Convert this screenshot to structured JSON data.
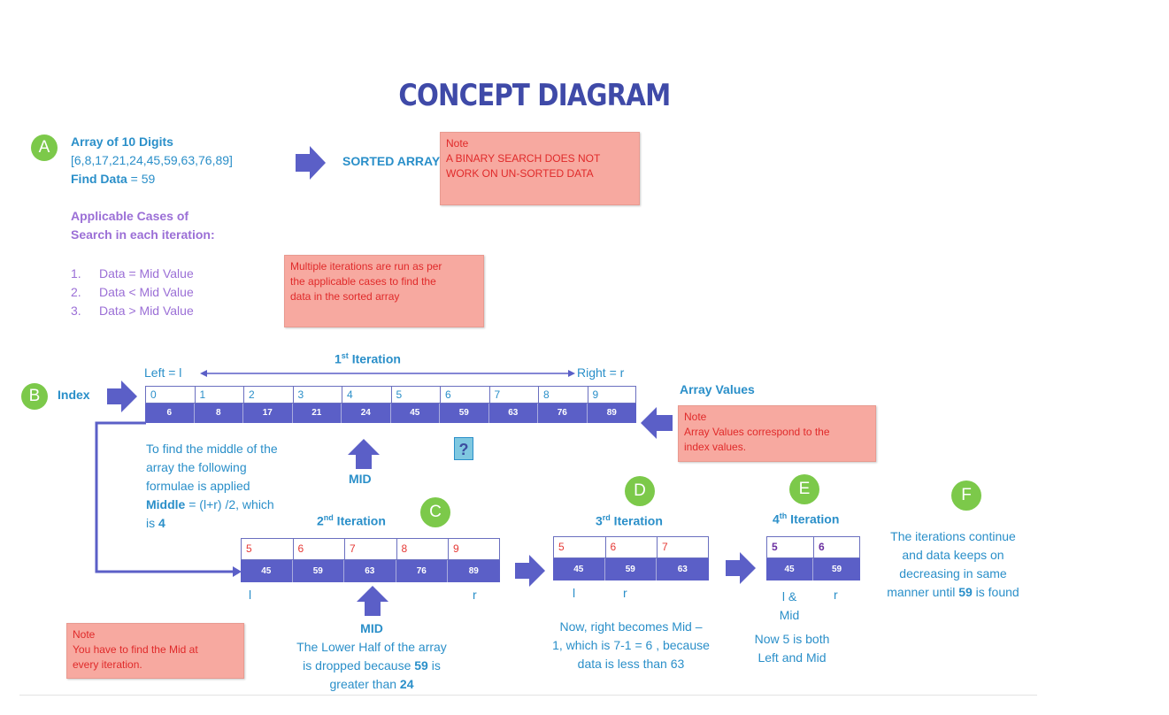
{
  "title": "CONCEPT DIAGRAM",
  "markers": {
    "a": "A",
    "b": "B",
    "c": "C",
    "d": "D",
    "e": "E",
    "f": "F"
  },
  "section_a": {
    "heading": "Array of 10 Digits",
    "array_text": "[6,8,17,21,24,45,59,63,76,89]",
    "find_label": "Find Data",
    "find_value": " = 59",
    "sorted_label": "SORTED ARRAY",
    "cases_line1": "Applicable Cases of",
    "cases_line2": "Search in each iteration:",
    "cases": [
      {
        "num": "1.",
        "text": "Data = Mid Value"
      },
      {
        "num": "2.",
        "text": "Data < Mid Value"
      },
      {
        "num": "3.",
        "text": "Data > Mid Value"
      }
    ]
  },
  "notes": {
    "sorted": {
      "title": "Note",
      "line1": "A BINARY SEARCH DOES NOT",
      "line2": "WORK ON UN-SORTED DATA"
    },
    "iterations": {
      "line1": "Multiple iterations are run as per",
      "line2": "the applicable cases to find the",
      "line3": "data in the sorted array"
    },
    "array_values": {
      "title": "Note",
      "line1": "Array Values correspond to the",
      "line2": "index values."
    },
    "mid": {
      "title": "Note",
      "line1": "You have to find the Mid at",
      "line2": "every iteration."
    }
  },
  "iteration1": {
    "label": "1",
    "sup": "st",
    "suffix": " Iteration",
    "left_label": "Left = l",
    "right_label": "Right = r",
    "index_label": "Index",
    "array_values_label": "Array Values",
    "indices": [
      "0",
      "1",
      "2",
      "3",
      "4",
      "5",
      "6",
      "7",
      "8",
      "9"
    ],
    "values": [
      "6",
      "8",
      "17",
      "21",
      "24",
      "45",
      "59",
      "63",
      "76",
      "89"
    ],
    "question": "?",
    "mid_label": "MID",
    "formula_line1": "To find the middle of the",
    "formula_line2": "array the following",
    "formula_line3": "formulae is applied",
    "middle_label": "Middle",
    "middle_formula": " = (l+r) /2, which",
    "is_label": "is ",
    "is_value": "4"
  },
  "iteration2": {
    "label": "2",
    "sup": "nd",
    "suffix": " Iteration",
    "indices": [
      "5",
      "6",
      "7",
      "8",
      "9"
    ],
    "values": [
      "45",
      "59",
      "63",
      "76",
      "89"
    ],
    "l": "l",
    "r": "r",
    "mid_label": "MID",
    "desc_line1": "The Lower Half of the array",
    "desc_line2a": "is dropped because ",
    "desc_line2b": "59",
    "desc_line2c": " is",
    "desc_line3a": "greater than ",
    "desc_line3b": "24"
  },
  "iteration3": {
    "label": "3",
    "sup": "rd",
    "suffix": " Iteration",
    "indices": [
      "5",
      "6",
      "7"
    ],
    "values": [
      "45",
      "59",
      "63"
    ],
    "l": "l",
    "r": "r",
    "desc_line1": "Now, right becomes Mid –",
    "desc_line2": "1, which is 7-1 = 6 , because",
    "desc_line3": "data is less than 63"
  },
  "iteration4": {
    "label": "4",
    "sup": "th",
    "suffix": " Iteration",
    "indices": [
      "5",
      "6"
    ],
    "values": [
      "45",
      "59"
    ],
    "l_mid_line1": "l &",
    "l_mid_line2": "Mid",
    "r": "r",
    "desc_line1": "Now 5 is both",
    "desc_line2": "Left and Mid"
  },
  "section_f": {
    "line1": "The iterations continue",
    "line2": "and data keeps on",
    "line3": "decreasing in same",
    "line4a": "manner until ",
    "line4b": "59",
    "line4c": " is found"
  },
  "colors": {
    "accent": "#3f4aa8",
    "cell": "#5b5fc7",
    "text_blue": "#2a8fc9",
    "note_bg": "#f7a9a0",
    "marker": "#7cc94a"
  }
}
